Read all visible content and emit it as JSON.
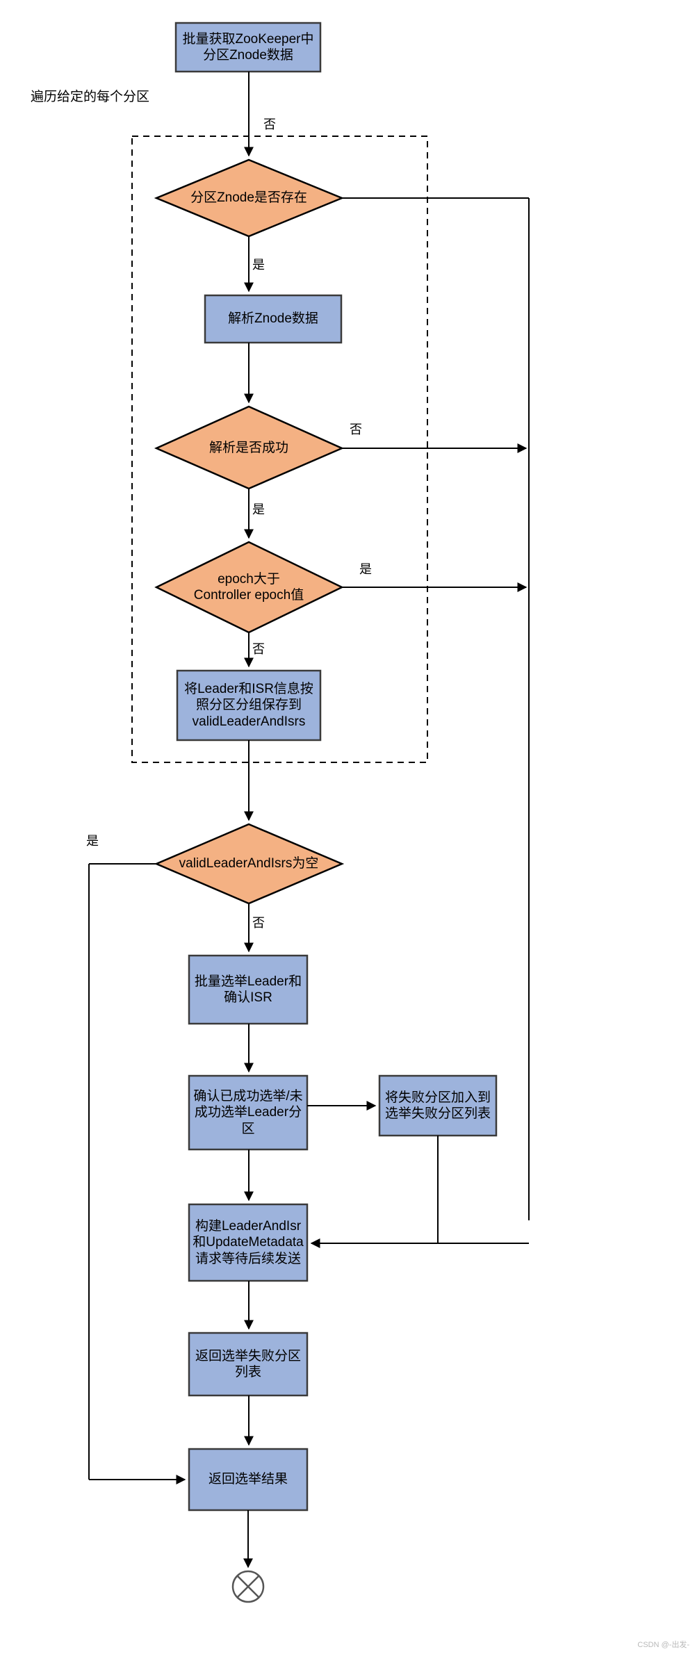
{
  "diagram": {
    "type": "flowchart",
    "title_none": "",
    "group_label": "遍历给定的每个分区",
    "colors": {
      "process_fill": "#9db3dc",
      "process_stroke": "#3a3a3a",
      "decision_fill": "#f4b183",
      "decision_stroke": "#000000",
      "line": "#000000",
      "dashed_group": "#000000",
      "watermark": "#b9b9b9"
    },
    "nodes": [
      {
        "id": "n1",
        "shape": "process",
        "text": "批量获取ZooKeeper中分区Znode数据"
      },
      {
        "id": "d1",
        "shape": "decision",
        "text": "分区Znode是否存在"
      },
      {
        "id": "n2",
        "shape": "process",
        "text": "解析Znode数据"
      },
      {
        "id": "d2",
        "shape": "decision",
        "text": "解析是否成功"
      },
      {
        "id": "d3",
        "shape": "decision",
        "text": "epoch大于\nController epoch值"
      },
      {
        "id": "n3",
        "shape": "process",
        "text": "将Leader和ISR信息按照分区分组保存到validLeaderAndIsrs"
      },
      {
        "id": "d4",
        "shape": "decision",
        "text": "validLeaderAndIsrs为空"
      },
      {
        "id": "n4",
        "shape": "process",
        "text": "批量选举Leader和确认ISR"
      },
      {
        "id": "n5",
        "shape": "process",
        "text": "确认已成功选举/未成功选举Leader分区"
      },
      {
        "id": "n6",
        "shape": "process",
        "text": "将失败分区加入到选举失败分区列表"
      },
      {
        "id": "n7",
        "shape": "process",
        "text": "构建LeaderAndIsr和UpdateMetadata请求等待后续发送"
      },
      {
        "id": "n8",
        "shape": "process",
        "text": "返回选举失败分区列表"
      },
      {
        "id": "n9",
        "shape": "process",
        "text": "返回选举结果"
      },
      {
        "id": "end",
        "shape": "terminator-circle-x",
        "text": ""
      }
    ],
    "edge_labels": {
      "d1_no": "否",
      "d1_yes": "是",
      "d2_no": "否",
      "d2_yes": "是",
      "d3_yes": "是",
      "d3_no": "否",
      "d4_yes": "是",
      "d4_no": "否"
    },
    "watermark": "CSDN @-出发-"
  }
}
